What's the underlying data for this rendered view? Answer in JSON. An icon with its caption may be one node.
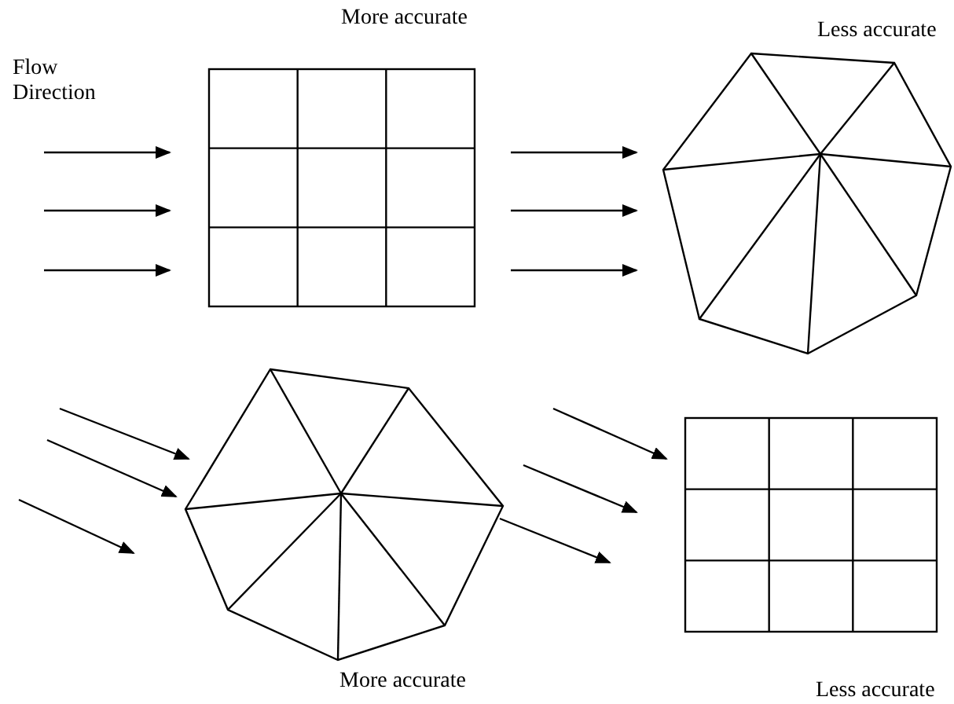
{
  "diagram": {
    "nodes": [
      {
        "text": [
          "More accurate"
        ]
      },
      {
        "text": [
          "Less accurate"
        ]
      },
      {
        "text": [
          "More accurate"
        ]
      },
      {
        "text": [
          "Less accurate"
        ]
      }
    ],
    "labels": [
      "Flow Direction"
    ]
  }
}
